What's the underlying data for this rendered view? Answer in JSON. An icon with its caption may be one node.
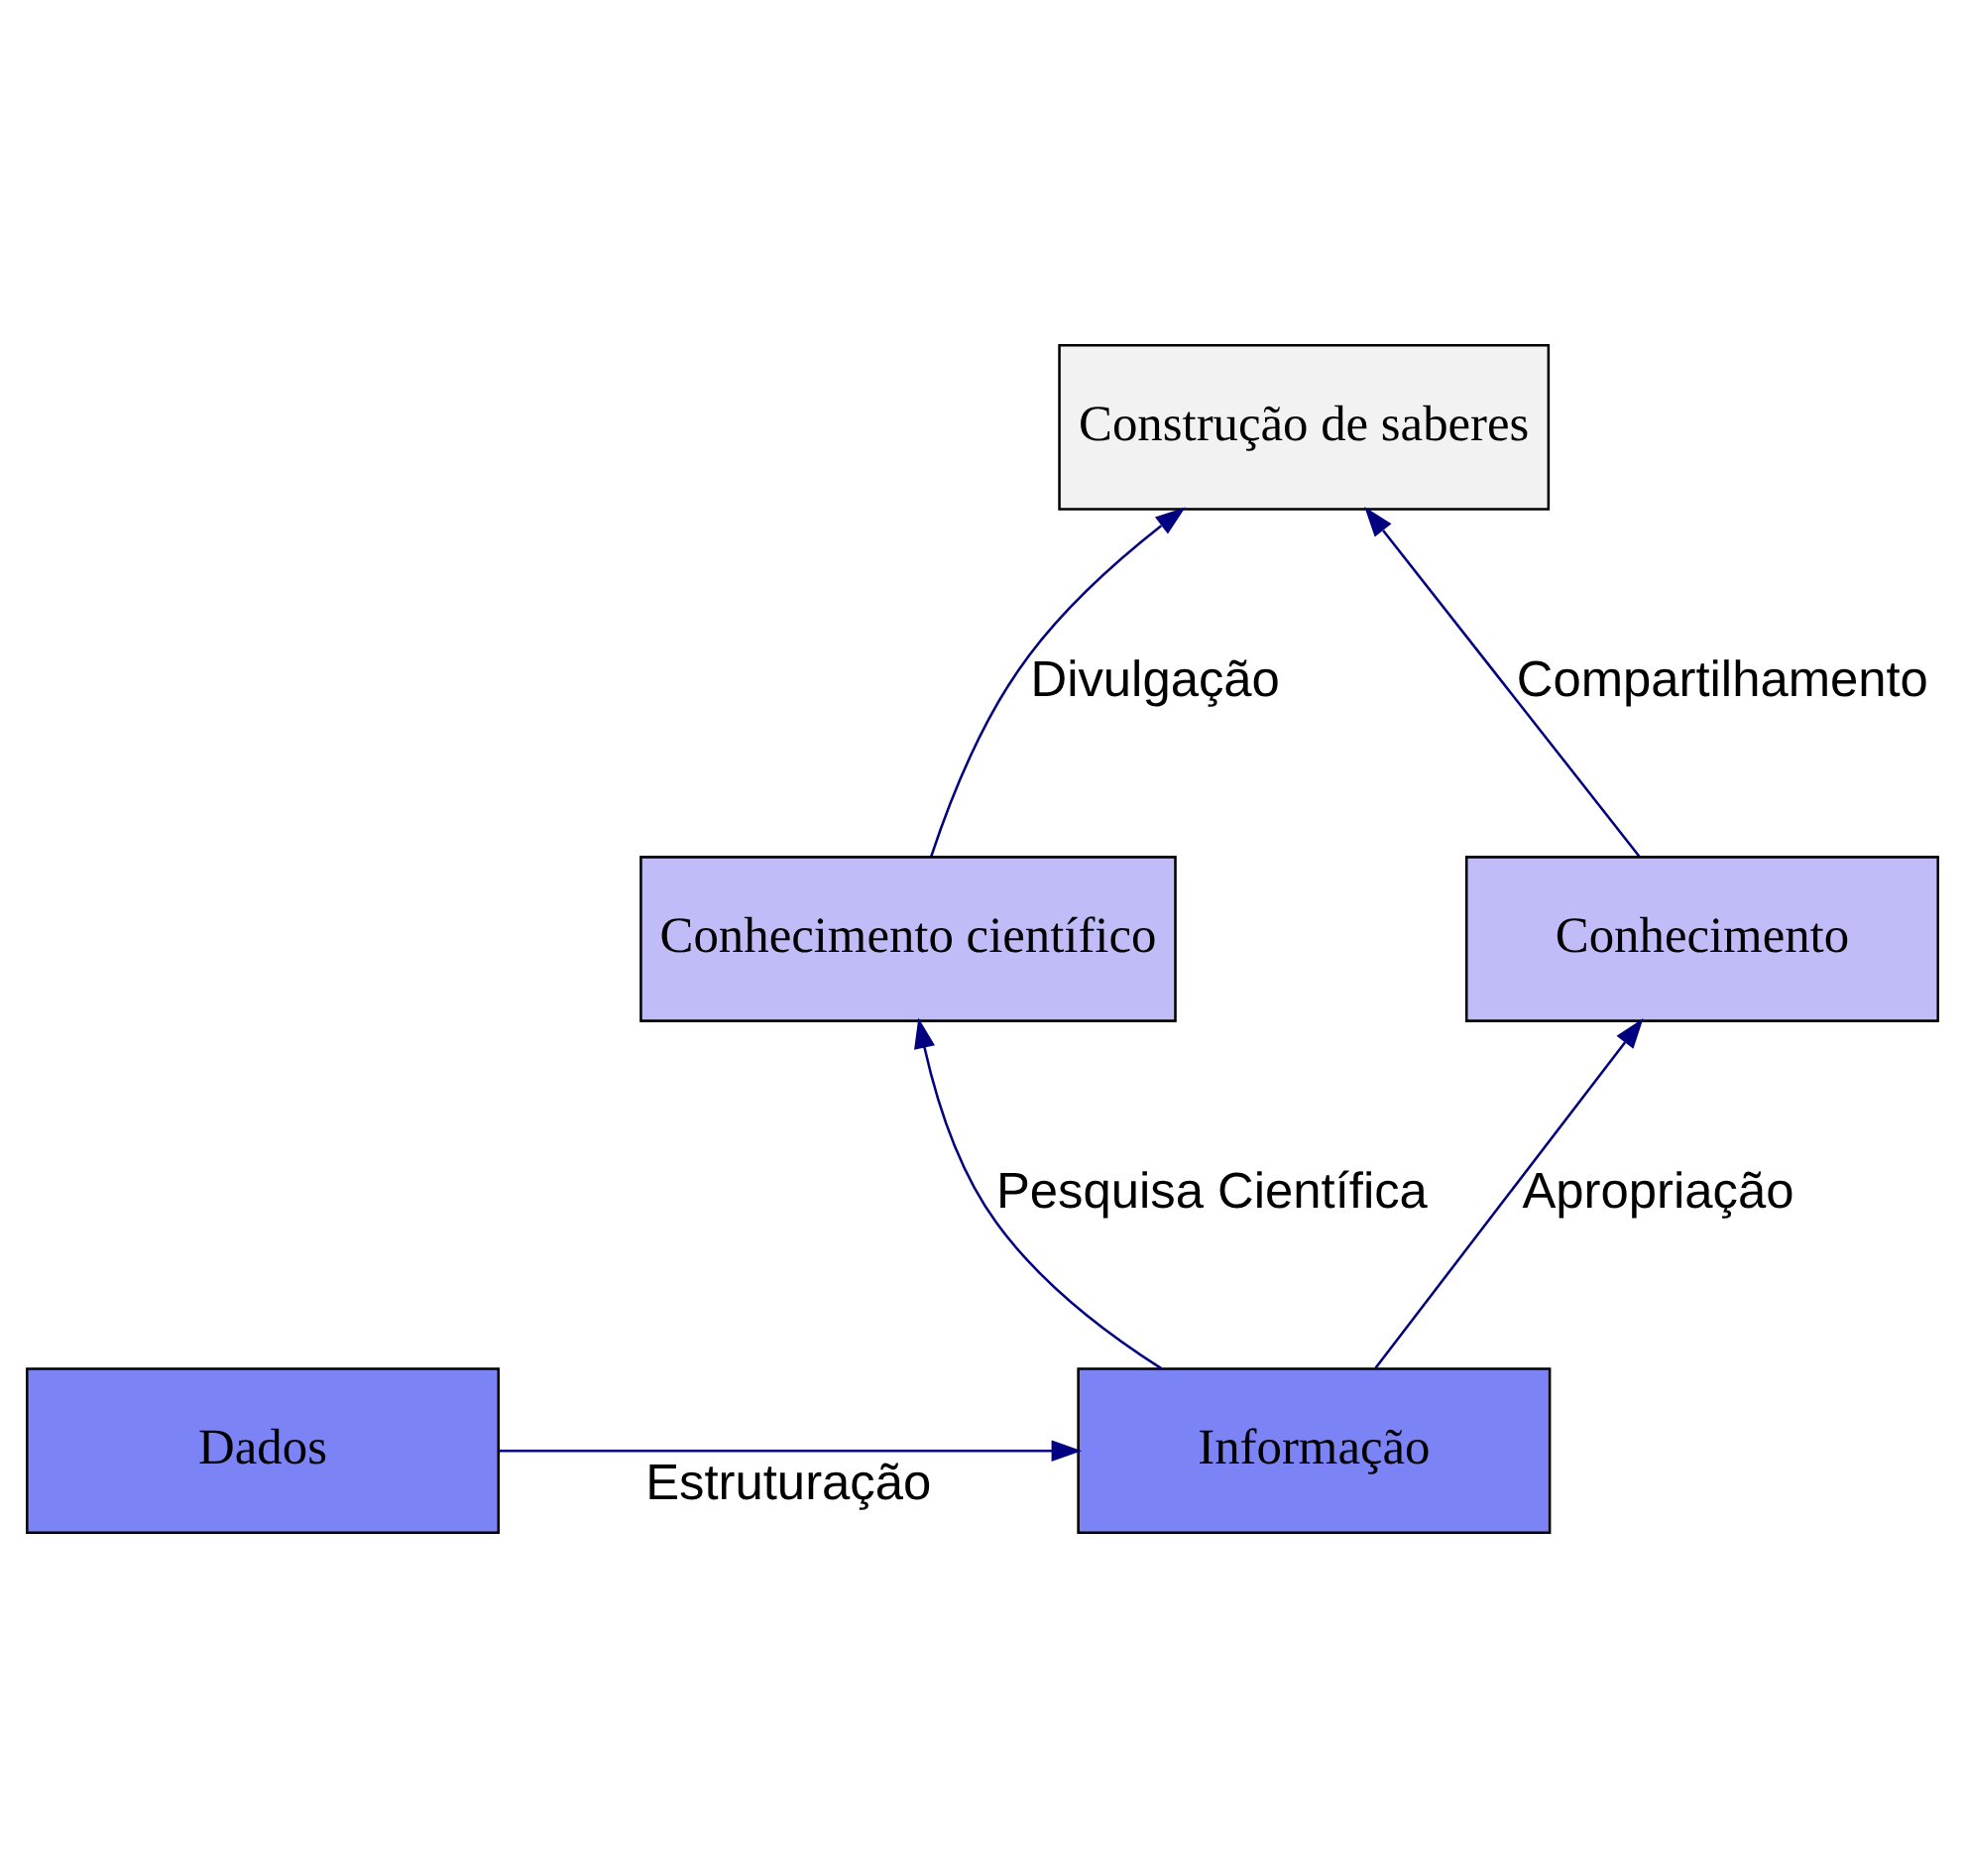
{
  "diagram": {
    "nodes": [
      {
        "text": [
          "Construção de saberes"
        ]
      },
      {
        "text": [
          "Conhecimento científico"
        ]
      },
      {
        "text": [
          "Conhecimento"
        ]
      },
      {
        "text": [
          "Dados"
        ]
      },
      {
        "text": [
          "Informação"
        ]
      }
    ],
    "edges": [
      {
        "from": 1,
        "to": 0,
        "arrow": "to",
        "label": "Divulgação",
        "color": "#000080"
      },
      {
        "from": 2,
        "to": 0,
        "arrow": "to",
        "label": "Compartilhamento",
        "color": "#000080"
      },
      {
        "from": 4,
        "to": 1,
        "arrow": "to",
        "label": "Pesquisa Científica",
        "color": "#000080"
      },
      {
        "from": 4,
        "to": 2,
        "arrow": "to",
        "label": "Apropriação",
        "color": "#000080"
      },
      {
        "from": 3,
        "to": 4,
        "arrow": "to",
        "label": "Estruturação",
        "color": "#000080"
      }
    ]
  }
}
